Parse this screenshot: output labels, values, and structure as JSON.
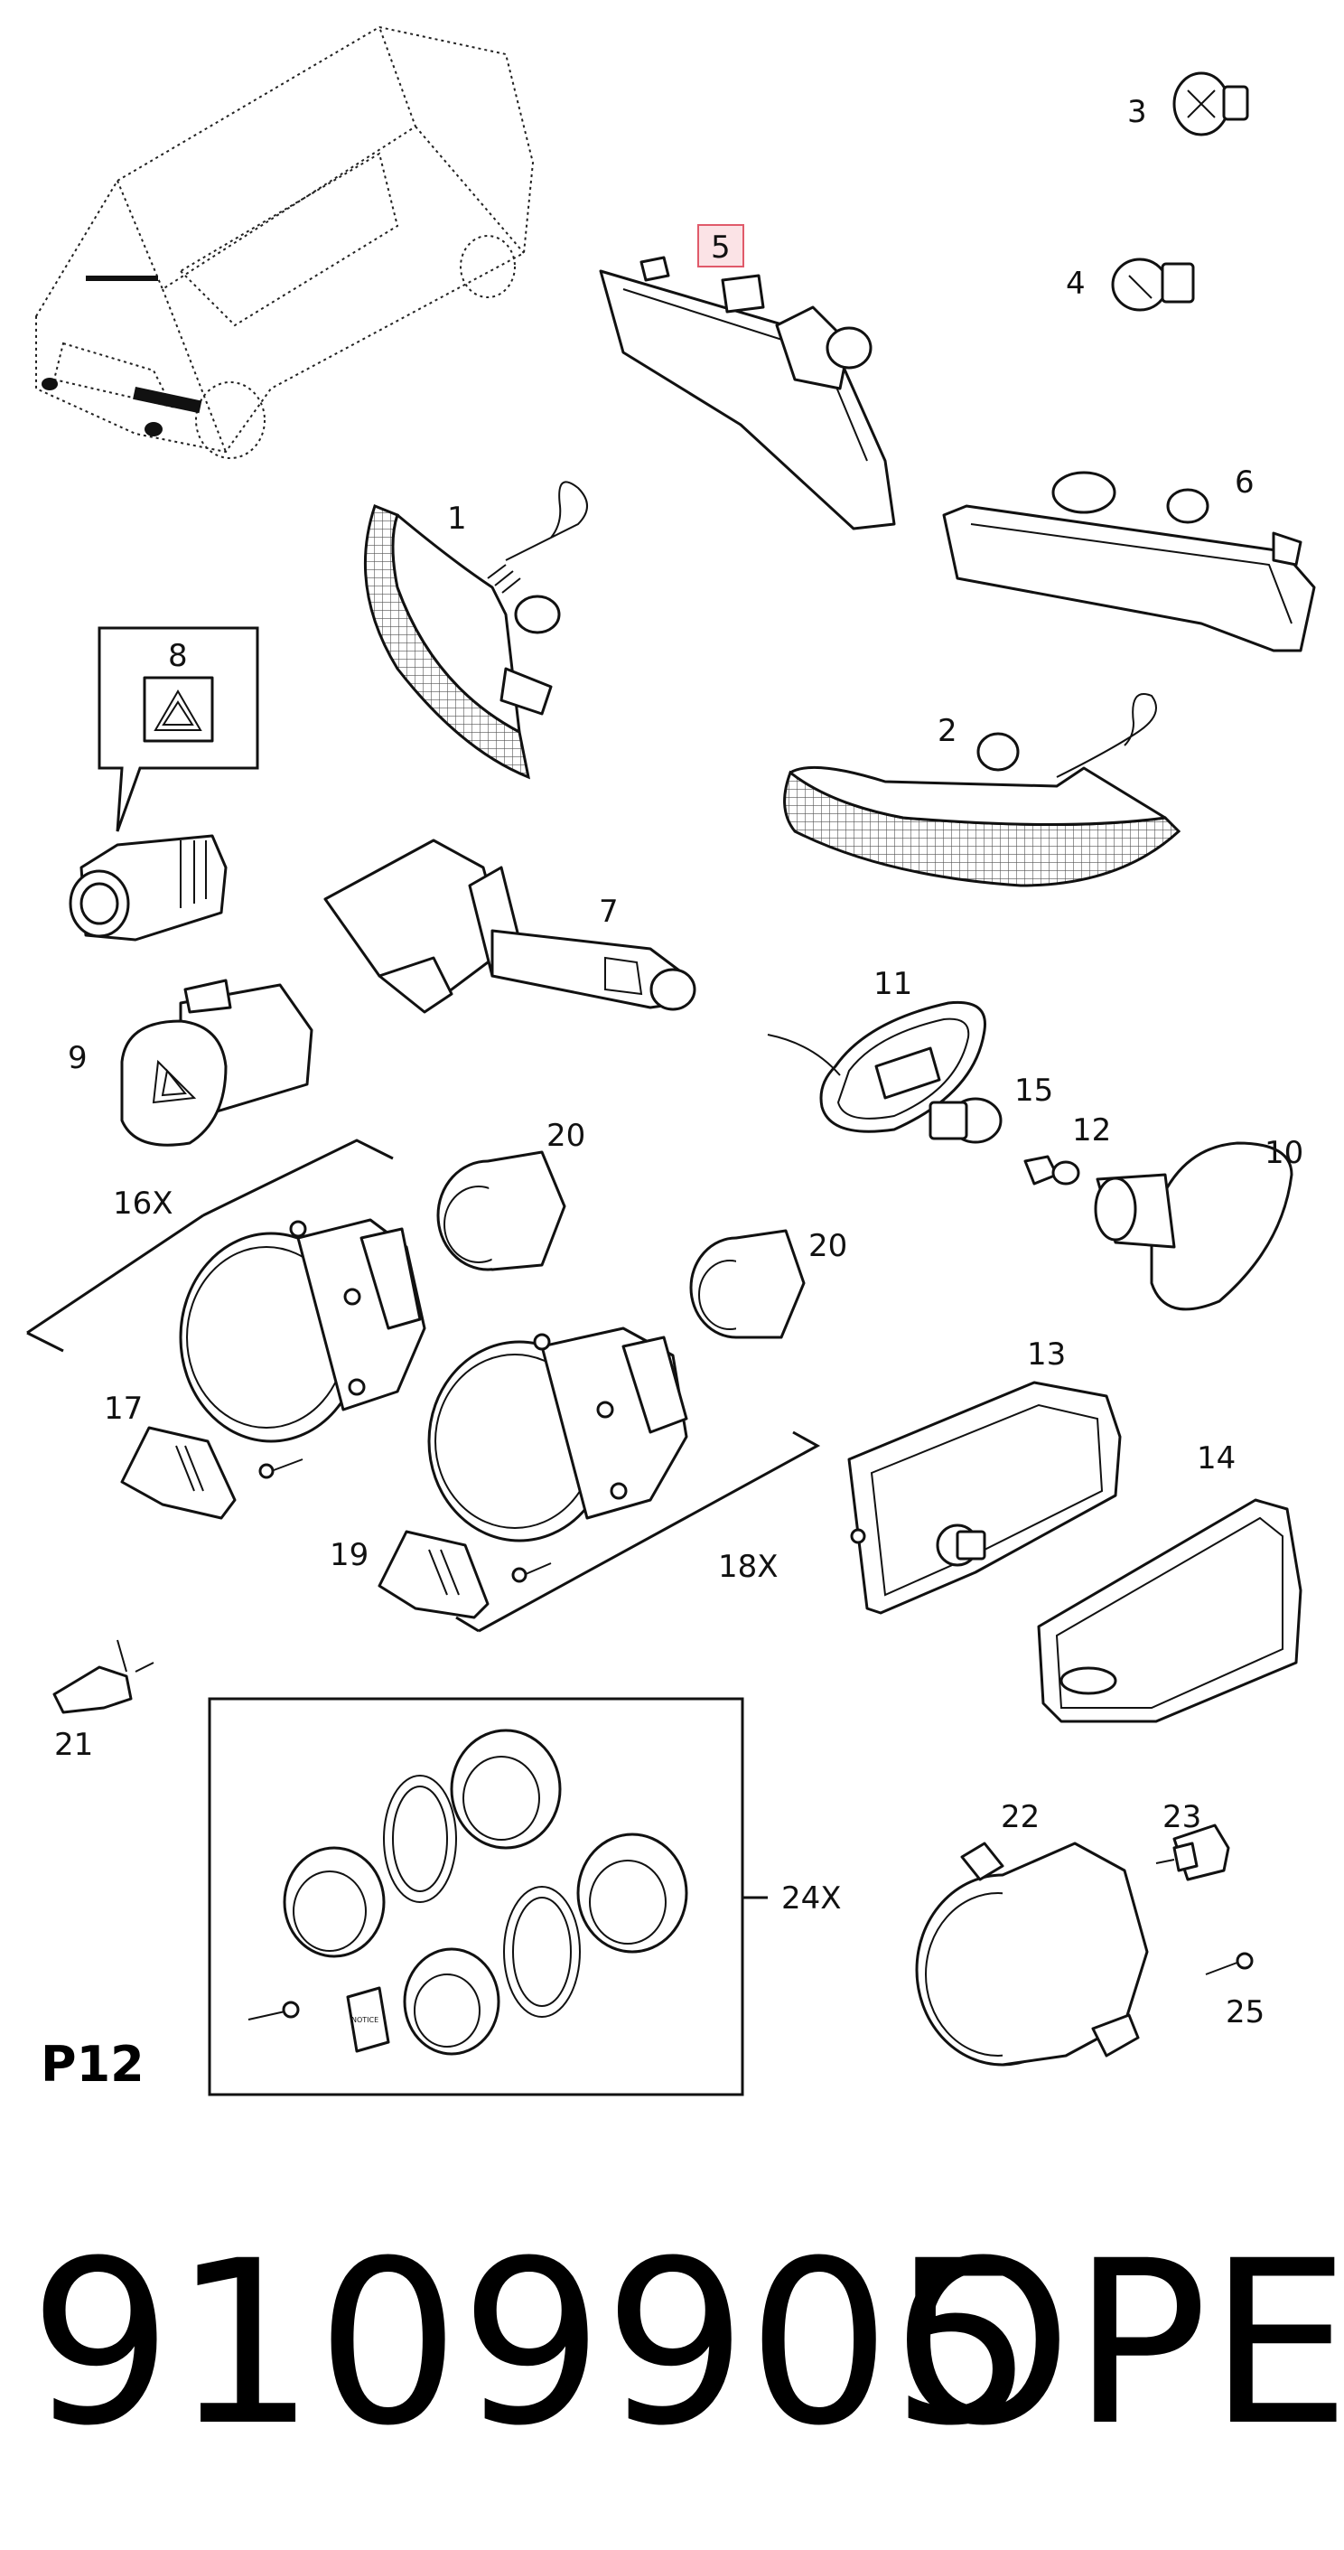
{
  "labels": {
    "l1": "1",
    "l2": "2",
    "l3": "3",
    "l4": "4",
    "l5": "5",
    "l6": "6",
    "l7": "7",
    "l8": "8",
    "l9": "9",
    "l10": "10",
    "l11": "11",
    "l12": "12",
    "l13": "13",
    "l14": "14",
    "l15": "15",
    "l16": "16X",
    "l17": "17",
    "l18": "18X",
    "l19": "19",
    "l20a": "20",
    "l20b": "20",
    "l21": "21",
    "l22": "22",
    "l23": "23",
    "l24": "24X",
    "l25": "25"
  },
  "notice_text": "NOTICE",
  "page_code": "P12",
  "part_number": "9109905",
  "brand": "OPEL",
  "highlight_color": "#e05a6a"
}
